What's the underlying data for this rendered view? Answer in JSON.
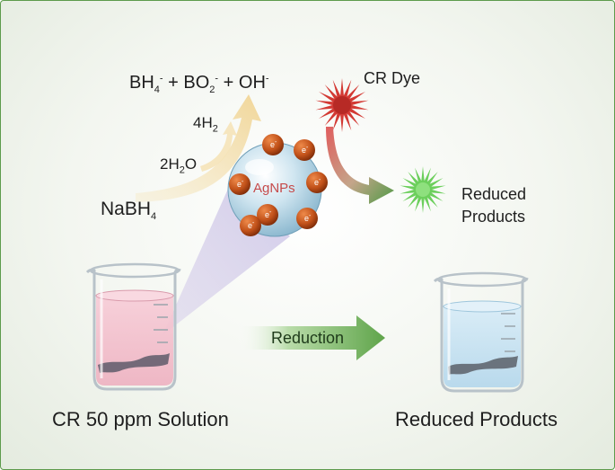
{
  "reaction": {
    "equation": {
      "bh": "BH",
      "bh_sub": "4",
      "bh_sup": "-",
      "plus1": " + ",
      "bo": "BO",
      "bo_sub": "2",
      "bo_sup": "-",
      "plus2": " + ",
      "oh": "OH",
      "oh_sup": "-"
    },
    "h2": {
      "coef": "4H",
      "sub": "2"
    },
    "water": {
      "coef": "2H",
      "sub": "2",
      "tail": "O"
    },
    "nabh4": {
      "base": "NaBH",
      "sub": "4"
    },
    "dye": "CR Dye",
    "reduced_line1": "Reduced",
    "reduced_line2": "Products"
  },
  "nanoparticle": {
    "label": "AgNPs",
    "electron": "e",
    "electron_charge": "-",
    "label_color": "#c64b4b"
  },
  "arrow_label": "Reduction",
  "beakers": {
    "left_caption": "CR 50 ppm Solution",
    "right_caption": "Reduced Products",
    "left_liquid_color": "#f4c4cf",
    "right_liquid_color": "#cde4f2"
  },
  "colors": {
    "frame": "#5d9b4c",
    "dye_star": "#d33a34",
    "product_star": "#6ccf5c",
    "reduction_arrow": "#5fa44a",
    "electron": "#c2521a"
  }
}
